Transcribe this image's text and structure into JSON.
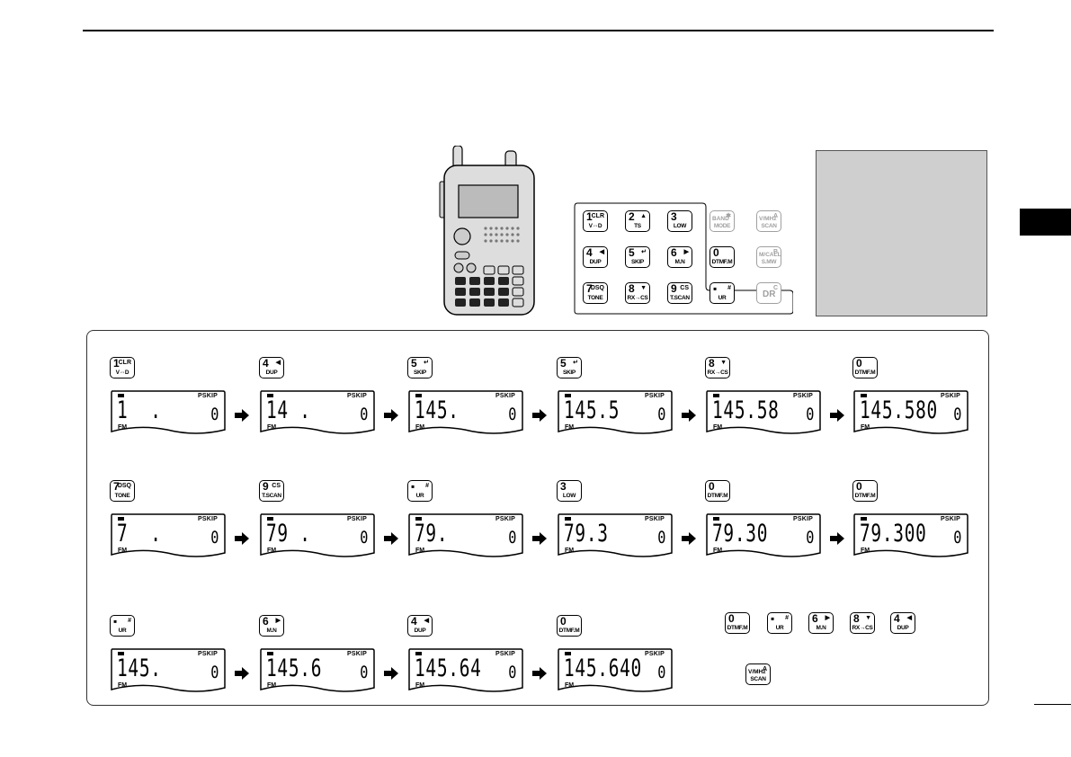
{
  "keys": {
    "k1": {
      "big": "1",
      "sup": "CLR",
      "sub": "V⇔D"
    },
    "k2": {
      "big": "2",
      "sup": "▲",
      "sub": "TS"
    },
    "k3": {
      "big": "3",
      "sup": "",
      "sub": "LOW"
    },
    "k4": {
      "big": "4",
      "sup": "◀",
      "sub": "DUP"
    },
    "k5": {
      "big": "5",
      "sup": "↵",
      "sub": "SKIP"
    },
    "k6": {
      "big": "6",
      "sup": "▶",
      "sub": "M.N"
    },
    "k7": {
      "big": "7",
      "sup": "DSQ",
      "sub": "TONE"
    },
    "k8": {
      "big": "8",
      "sup": "▼",
      "sub": "RX→CS"
    },
    "k9": {
      "big": "9",
      "sup": "CS",
      "sub": "T.SCAN"
    },
    "k0": {
      "big": "0",
      "sup": "",
      "sub": "DTMF.M"
    },
    "kdot": {
      "big": "▪",
      "sup": "#",
      "sub": "UR"
    },
    "band": {
      "big": "BAND",
      "sup": "✱",
      "sub": "MODE"
    },
    "vmhz": {
      "big": "V/MHz",
      "sup": "A",
      "sub": "SCAN"
    },
    "mcall": {
      "big": "M/CALL",
      "sup": "B",
      "sub": "S.MW"
    },
    "dr": {
      "big": "DR",
      "sup": "C",
      "sub": ""
    }
  },
  "lcd": {
    "pskip": "PSKIP",
    "mode": "FM",
    "channel": "0"
  },
  "rows": [
    {
      "steps": [
        {
          "key": "k1",
          "freq": "1  ."
        },
        {
          "key": "k4",
          "freq": "14 ."
        },
        {
          "key": "k5",
          "freq": "145."
        },
        {
          "key": "k5",
          "freq": "145.5"
        },
        {
          "key": "k8",
          "freq": "145.58"
        },
        {
          "key": "k0",
          "freq": "145.580"
        }
      ]
    },
    {
      "steps": [
        {
          "key": "k7",
          "freq": "7  ."
        },
        {
          "key": "k9",
          "freq": "79 ."
        },
        {
          "key": "kdot",
          "freq": "79."
        },
        {
          "key": "k3",
          "freq": "79.3"
        },
        {
          "key": "k0",
          "freq": "79.30"
        },
        {
          "key": "k0",
          "freq": "79.300"
        }
      ]
    },
    {
      "steps": [
        {
          "key": "kdot",
          "freq": "145."
        },
        {
          "key": "k6",
          "freq": "145.6"
        },
        {
          "key": "k4",
          "freq": "145.64"
        },
        {
          "key": "k0",
          "freq": "145.640"
        }
      ]
    }
  ],
  "sequence_keys": [
    "k0",
    "kdot",
    "k6",
    "k8",
    "k4"
  ],
  "final_key": "vmhz"
}
